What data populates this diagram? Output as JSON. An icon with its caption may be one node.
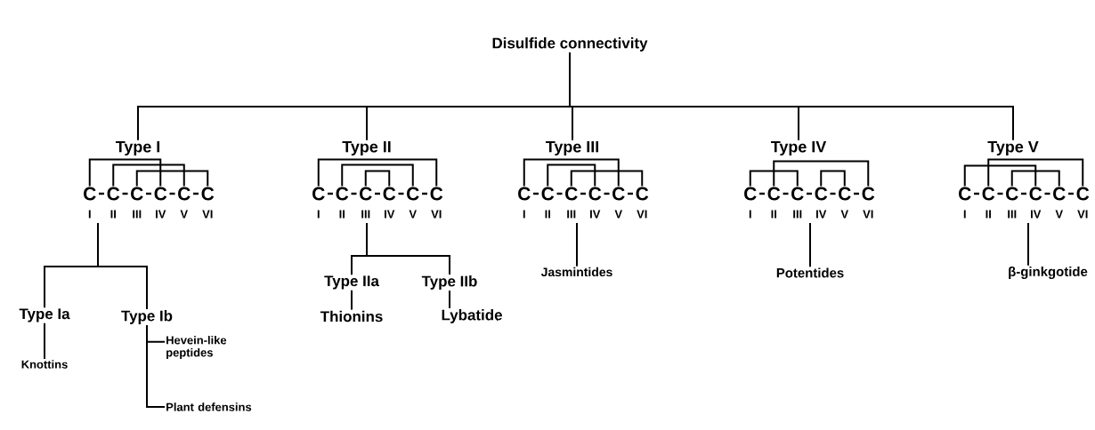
{
  "diagram": {
    "nodes": [
      {
        "text": [
          "Disulfide connectivity"
        ]
      },
      {
        "text": [
          "Type I"
        ]
      },
      {
        "text": [
          "Type II"
        ]
      },
      {
        "text": [
          "Type III"
        ]
      },
      {
        "text": [
          "Type IV"
        ]
      },
      {
        "text": [
          "Type V"
        ]
      },
      {
        "text": [
          "C"
        ],
        "beside": [
          "I"
        ],
        "in": 1
      },
      {
        "text": [
          "C"
        ],
        "beside": [
          "II"
        ],
        "in": 1
      },
      {
        "text": [
          "C"
        ],
        "beside": [
          "III"
        ],
        "in": 1
      },
      {
        "text": [
          "C"
        ],
        "beside": [
          "IV"
        ],
        "in": 1
      },
      {
        "text": [
          "C"
        ],
        "beside": [
          "V"
        ],
        "in": 1
      },
      {
        "text": [
          "C"
        ],
        "beside": [
          "VI"
        ],
        "in": 1
      },
      {
        "text": [
          "C"
        ],
        "beside": [
          "I"
        ],
        "in": 2
      },
      {
        "text": [
          "C"
        ],
        "beside": [
          "II"
        ],
        "in": 2
      },
      {
        "text": [
          "C"
        ],
        "beside": [
          "III"
        ],
        "in": 2
      },
      {
        "text": [
          "C"
        ],
        "beside": [
          "IV"
        ],
        "in": 2
      },
      {
        "text": [
          "C"
        ],
        "beside": [
          "V"
        ],
        "in": 2
      },
      {
        "text": [
          "C"
        ],
        "beside": [
          "VI"
        ],
        "in": 2
      },
      {
        "text": [
          "C"
        ],
        "beside": [
          "I"
        ],
        "in": 3
      },
      {
        "text": [
          "C"
        ],
        "beside": [
          "II"
        ],
        "in": 3
      },
      {
        "text": [
          "C"
        ],
        "beside": [
          "III"
        ],
        "in": 3
      },
      {
        "text": [
          "C"
        ],
        "beside": [
          "IV"
        ],
        "in": 3
      },
      {
        "text": [
          "C"
        ],
        "beside": [
          "V"
        ],
        "in": 3
      },
      {
        "text": [
          "C"
        ],
        "beside": [
          "VI"
        ],
        "in": 3
      },
      {
        "text": [
          "C"
        ],
        "beside": [
          "I"
        ],
        "in": 4
      },
      {
        "text": [
          "C"
        ],
        "beside": [
          "II"
        ],
        "in": 4
      },
      {
        "text": [
          "C"
        ],
        "beside": [
          "III"
        ],
        "in": 4
      },
      {
        "text": [
          "C"
        ],
        "beside": [
          "IV"
        ],
        "in": 4
      },
      {
        "text": [
          "C"
        ],
        "beside": [
          "V"
        ],
        "in": 4
      },
      {
        "text": [
          "C"
        ],
        "beside": [
          "VI"
        ],
        "in": 4
      },
      {
        "text": [
          "C"
        ],
        "beside": [
          "I"
        ],
        "in": 5
      },
      {
        "text": [
          "C"
        ],
        "beside": [
          "II"
        ],
        "in": 5
      },
      {
        "text": [
          "C"
        ],
        "beside": [
          "III"
        ],
        "in": 5
      },
      {
        "text": [
          "C"
        ],
        "beside": [
          "IV"
        ],
        "in": 5
      },
      {
        "text": [
          "C"
        ],
        "beside": [
          "V"
        ],
        "in": 5
      },
      {
        "text": [
          "C"
        ],
        "beside": [
          "VI"
        ],
        "in": 5
      },
      {
        "text": [
          "Type Ia"
        ]
      },
      {
        "text": [
          "Type Ib"
        ]
      },
      {
        "text": [
          "Type IIa"
        ]
      },
      {
        "text": [
          "Type IIb"
        ]
      },
      {
        "text": [
          "Jasmintides"
        ]
      },
      {
        "text": [
          "Potentides"
        ]
      },
      {
        "text": [
          "β-ginkgotide"
        ]
      },
      {
        "text": [
          "Knottins"
        ]
      },
      {
        "text": [
          "Hevein-like peptides"
        ]
      },
      {
        "text": [
          "Plant defensins"
        ]
      },
      {
        "text": [
          "Thionins"
        ]
      },
      {
        "text": [
          "Lybatide"
        ]
      }
    ],
    "edges": [
      {
        "from": 0,
        "to": 1,
        "arrow": "none"
      },
      {
        "from": 0,
        "to": 2,
        "arrow": "none"
      },
      {
        "from": 0,
        "to": 3,
        "arrow": "none"
      },
      {
        "from": 0,
        "to": 4,
        "arrow": "none"
      },
      {
        "from": 0,
        "to": 5,
        "arrow": "none"
      },
      {
        "from": 6,
        "to": 7,
        "arrow": "none"
      },
      {
        "from": 7,
        "to": 8,
        "arrow": "none"
      },
      {
        "from": 8,
        "to": 9,
        "arrow": "none"
      },
      {
        "from": 9,
        "to": 10,
        "arrow": "none"
      },
      {
        "from": 10,
        "to": 11,
        "arrow": "none"
      },
      {
        "from": 6,
        "to": 9,
        "arrow": "none"
      },
      {
        "from": 7,
        "to": 10,
        "arrow": "none"
      },
      {
        "from": 8,
        "to": 11,
        "arrow": "none"
      },
      {
        "from": 12,
        "to": 13,
        "arrow": "none"
      },
      {
        "from": 13,
        "to": 14,
        "arrow": "none"
      },
      {
        "from": 14,
        "to": 15,
        "arrow": "none"
      },
      {
        "from": 15,
        "to": 16,
        "arrow": "none"
      },
      {
        "from": 16,
        "to": 17,
        "arrow": "none"
      },
      {
        "from": 12,
        "to": 17,
        "arrow": "none"
      },
      {
        "from": 13,
        "to": 16,
        "arrow": "none"
      },
      {
        "from": 14,
        "to": 15,
        "arrow": "none"
      },
      {
        "from": 18,
        "to": 19,
        "arrow": "none"
      },
      {
        "from": 19,
        "to": 20,
        "arrow": "none"
      },
      {
        "from": 20,
        "to": 21,
        "arrow": "none"
      },
      {
        "from": 21,
        "to": 22,
        "arrow": "none"
      },
      {
        "from": 22,
        "to": 23,
        "arrow": "none"
      },
      {
        "from": 18,
        "to": 22,
        "arrow": "none"
      },
      {
        "from": 19,
        "to": 21,
        "arrow": "none"
      },
      {
        "from": 20,
        "to": 23,
        "arrow": "none"
      },
      {
        "from": 24,
        "to": 25,
        "arrow": "none"
      },
      {
        "from": 25,
        "to": 26,
        "arrow": "none"
      },
      {
        "from": 26,
        "to": 27,
        "arrow": "none"
      },
      {
        "from": 27,
        "to": 28,
        "arrow": "none"
      },
      {
        "from": 28,
        "to": 29,
        "arrow": "none"
      },
      {
        "from": 24,
        "to": 26,
        "arrow": "none"
      },
      {
        "from": 25,
        "to": 29,
        "arrow": "none"
      },
      {
        "from": 27,
        "to": 28,
        "arrow": "none"
      },
      {
        "from": 30,
        "to": 31,
        "arrow": "none"
      },
      {
        "from": 31,
        "to": 32,
        "arrow": "none"
      },
      {
        "from": 32,
        "to": 33,
        "arrow": "none"
      },
      {
        "from": 33,
        "to": 34,
        "arrow": "none"
      },
      {
        "from": 34,
        "to": 35,
        "arrow": "none"
      },
      {
        "from": 30,
        "to": 33,
        "arrow": "none"
      },
      {
        "from": 31,
        "to": 35,
        "arrow": "none"
      },
      {
        "from": 32,
        "to": 34,
        "arrow": "none"
      },
      {
        "from": 1,
        "to": 36,
        "arrow": "none"
      },
      {
        "from": 1,
        "to": 37,
        "arrow": "none"
      },
      {
        "from": 2,
        "to": 38,
        "arrow": "none"
      },
      {
        "from": 2,
        "to": 39,
        "arrow": "none"
      },
      {
        "from": 3,
        "to": 40,
        "arrow": "none"
      },
      {
        "from": 4,
        "to": 41,
        "arrow": "none"
      },
      {
        "from": 5,
        "to": 42,
        "arrow": "none"
      },
      {
        "from": 36,
        "to": 43,
        "arrow": "none"
      },
      {
        "from": 37,
        "to": 44,
        "arrow": "none"
      },
      {
        "from": 37,
        "to": 45,
        "arrow": "none"
      },
      {
        "from": 38,
        "to": 46,
        "arrow": "none"
      },
      {
        "from": 39,
        "to": 47,
        "arrow": "none"
      }
    ]
  }
}
